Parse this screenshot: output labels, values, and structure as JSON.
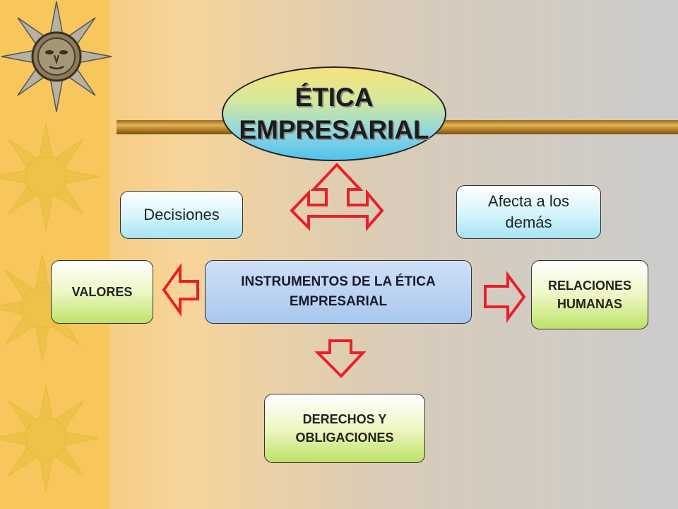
{
  "title": "ÉTICA\nEMPRESARIAL",
  "boxes": {
    "decisiones": "Decisiones",
    "afecta": "Afecta a los\ndemás",
    "valores": "VALORES",
    "instrumentos": "INSTRUMENTOS DE LA ÉTICA\nEMPRESARIAL",
    "relaciones": "RELACIONES\nHUMANAS",
    "derechos": "DERECHOS Y\nOBLIGACIONES"
  },
  "colors": {
    "arrow": "#e8202a",
    "title_fill_top": "#f6e27c",
    "title_fill_bottom": "#4fc2ee"
  },
  "icons": [
    "sun-face-icon",
    "sun-icon"
  ]
}
